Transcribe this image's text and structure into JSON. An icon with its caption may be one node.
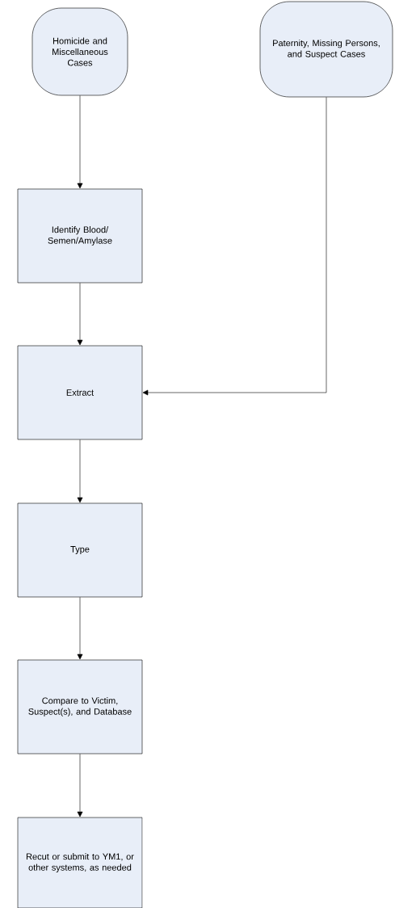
{
  "diagram": {
    "nodes": [
      {
        "text": [
          "Homicide and Miscellaneous Cases"
        ]
      },
      {
        "text": [
          "Paternity, Missing Persons, and Suspect Cases"
        ]
      },
      {
        "text": [
          "Identify Blood/ Semen/Amylase"
        ]
      },
      {
        "text": [
          "Extract"
        ]
      },
      {
        "text": [
          "Type"
        ]
      },
      {
        "text": [
          "Compare to Victim, Suspect(s), and Database"
        ]
      },
      {
        "text": [
          "Recut or submit to YM1, or other systems, as needed"
        ]
      }
    ],
    "edges": [
      {
        "from": 0,
        "to": 2,
        "arrow": "to"
      },
      {
        "from": 2,
        "to": 3,
        "arrow": "to"
      },
      {
        "from": 1,
        "to": 3,
        "arrow": "to"
      },
      {
        "from": 3,
        "to": 4,
        "arrow": "to"
      },
      {
        "from": 4,
        "to": 5,
        "arrow": "to"
      },
      {
        "from": 5,
        "to": 6,
        "arrow": "to"
      }
    ]
  }
}
